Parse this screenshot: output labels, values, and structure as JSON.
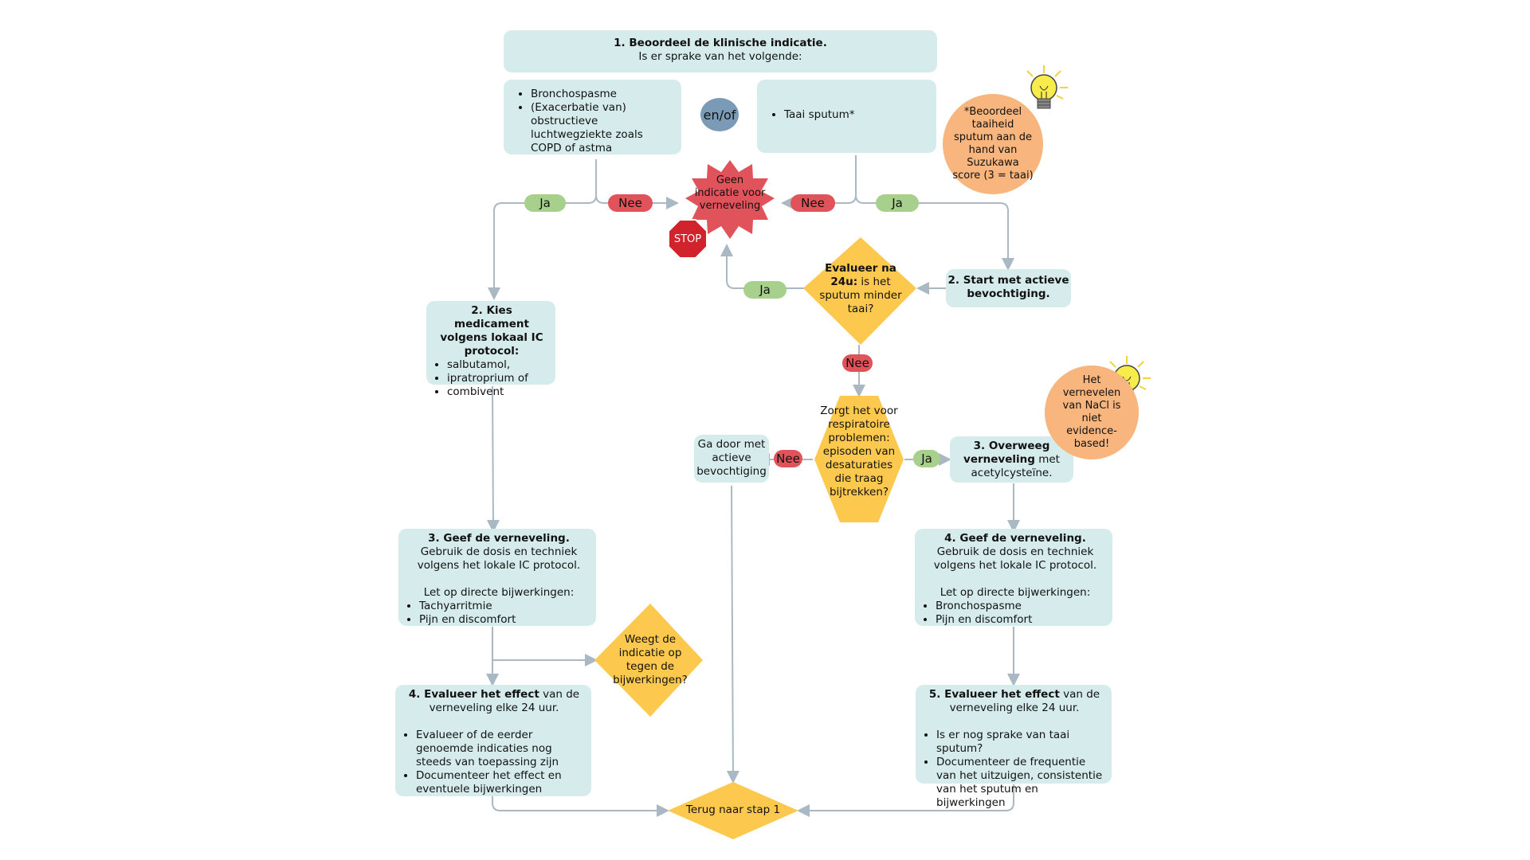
{
  "step1": {
    "title": "1. Beoordeel de klinische indicatie.",
    "sub": "Is er sprake van het volgende:"
  },
  "left_box": {
    "items": [
      "Bronchospasme",
      "(Exacerbatie van) obstructieve luchtwegziekte zoals COPD of astma"
    ]
  },
  "enof": "en/of",
  "right_box": {
    "items": [
      "Taai sputum*"
    ]
  },
  "note_suzukawa": "*Beoordeel taaiheid sputum aan de hand van Suzukawa score (3 = taai)",
  "stop_burst": "Geen indicatie voor verneveling",
  "stop_sign": "STOP",
  "labels": {
    "ja": "Ja",
    "nee": "Nee"
  },
  "left_step2": {
    "title": "2. Kies medicament volgens lokaal IC protocol:",
    "items": [
      "salbutamol,",
      "ipratroprium of",
      "combivent"
    ]
  },
  "right_step2": {
    "title": "2. Start met actieve bevochtiging."
  },
  "eval24": {
    "bold": "Evalueer na 24u:",
    "rest": "is het sputum minder taai?"
  },
  "hex_question": "Zorgt het voor respiratoire problemen: episoden van desaturaties die traag bijtrekken?",
  "continue_box": "Ga door met actieve bevochtiging",
  "right_step3": {
    "bold": "3. Overweeg verneveling",
    "rest": "met acetylcysteïne."
  },
  "note_nacl": "Het vernevelen van NaCl is niet evidence-based!",
  "left_step3": {
    "bold": "3. Geef de verneveling.",
    "rest": "Gebruik de dosis en techniek volgens het lokale IC protocol.",
    "warn": "Let op directe bijwerkingen:",
    "items": [
      "Tachyarritmie",
      "Pijn en discomfort"
    ]
  },
  "right_step4": {
    "bold": "4. Geef de verneveling.",
    "rest": "Gebruik de dosis en techniek volgens het lokale IC protocol.",
    "warn": "Let op directe bijwerkingen:",
    "items": [
      "Bronchospasme",
      "Pijn en discomfort"
    ]
  },
  "weigh": "Weegt de indicatie op tegen de bijwerkingen?",
  "left_step4": {
    "bold": "4.  Evalueer het effect",
    "rest": "van de verneveling elke 24 uur.",
    "items": [
      "Evalueer of de eerder genoemde indicaties nog steeds van toepassing zijn",
      "Documenteer het effect en eventuele bijwerkingen"
    ]
  },
  "right_step5": {
    "bold": "5. Evalueer het effect",
    "rest": "van de verneveling elke 24 uur.",
    "items": [
      "Is er nog sprake van taai sputum?",
      "Documenteer de frequentie van het uitzuigen, consistentie van het sputum en bijwerkingen"
    ]
  },
  "back": "Terug naar stap 1",
  "colors": {
    "box": "#d6ecec",
    "diamond": "#fcc94e",
    "ja": "#a8d08d",
    "nee": "#e0535a",
    "note": "#f8b57e",
    "enof": "#7a9ab5",
    "line": "#a9b8c3"
  }
}
